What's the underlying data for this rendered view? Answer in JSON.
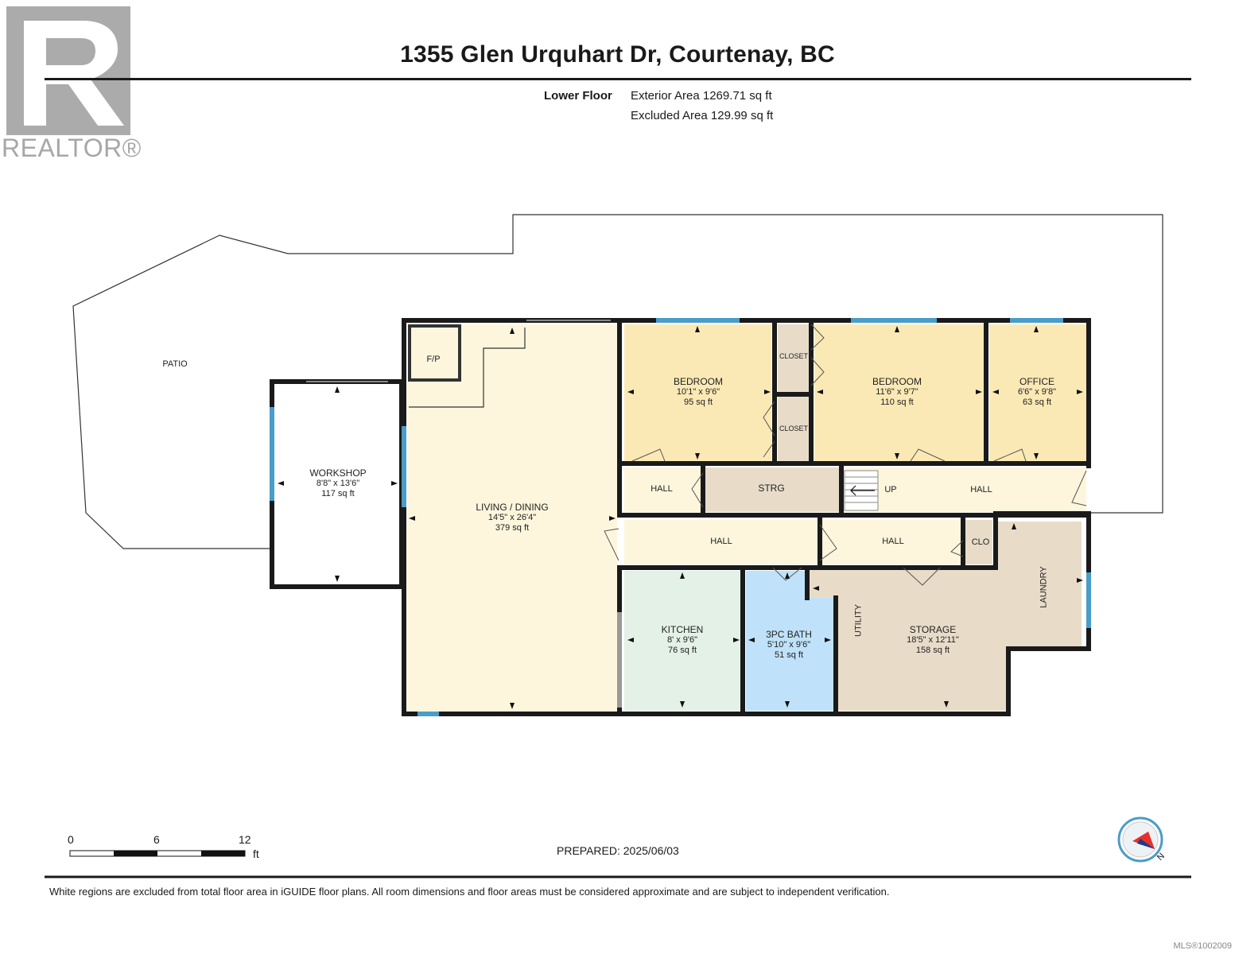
{
  "address": "1355 Glen Urquhart Dr, Courtenay, BC",
  "logo": {
    "text": "REALTOR®",
    "color": "#a7a7a7"
  },
  "floor": {
    "name": "Lower Floor",
    "exterior_area": "Exterior Area 1269.71 sq ft",
    "excluded_area": "Excluded Area 129.99 sq ft"
  },
  "rooms": [
    {
      "name": "PATIO"
    },
    {
      "name": "WORKSHOP",
      "dims": "8'8\" x 13'6\"",
      "area": "117 sq ft"
    },
    {
      "name": "F/P"
    },
    {
      "name": "LIVING / DINING",
      "dims": "14'5\" x 26'4\"",
      "area": "379 sq ft"
    },
    {
      "name": "BEDROOM",
      "dims": "10'1\" x 9'6\"",
      "area": "95 sq ft"
    },
    {
      "name": "CLOSET"
    },
    {
      "name": "CLOSET"
    },
    {
      "name": "BEDROOM",
      "dims": "11'6\" x 9'7\"",
      "area": "110 sq ft"
    },
    {
      "name": "OFFICE",
      "dims": "6'6\" x 9'8\"",
      "area": "63 sq ft"
    },
    {
      "name": "HALL"
    },
    {
      "name": "STRG"
    },
    {
      "name": "UP"
    },
    {
      "name": "HALL"
    },
    {
      "name": "HALL"
    },
    {
      "name": "HALL"
    },
    {
      "name": "CLO"
    },
    {
      "name": "KITCHEN",
      "dims": "8' x 9'6\"",
      "area": "76 sq ft"
    },
    {
      "name": "3PC BATH",
      "dims": "5'10\" x 9'6\"",
      "area": "51 sq ft"
    },
    {
      "name": "UTILITY"
    },
    {
      "name": "STORAGE",
      "dims": "18'5\" x 12'11\"",
      "area": "158 sq ft"
    },
    {
      "name": "LAUNDRY"
    }
  ],
  "colors": {
    "wall": "#1a1a1a",
    "window": "#4a9cc9",
    "living": "#fdf6dc",
    "bedroom": "#fbe9b5",
    "hall": "#fdf6dc",
    "storage": "#e8dcc9",
    "kitchen": "#e3f1e7",
    "bath": "#bfe2fa",
    "strg": "#e8dcc9"
  },
  "scale": {
    "ticks": [
      "0",
      "6",
      "12"
    ],
    "unit": "ft"
  },
  "prepared": "PREPARED: 2025/06/03",
  "compass": {
    "north_label": "N"
  },
  "disclaimer": "White regions are excluded from total floor area in iGUIDE floor plans. All room dimensions and floor areas must be considered approximate and are subject to independent verification.",
  "mls": "MLS®1002009"
}
